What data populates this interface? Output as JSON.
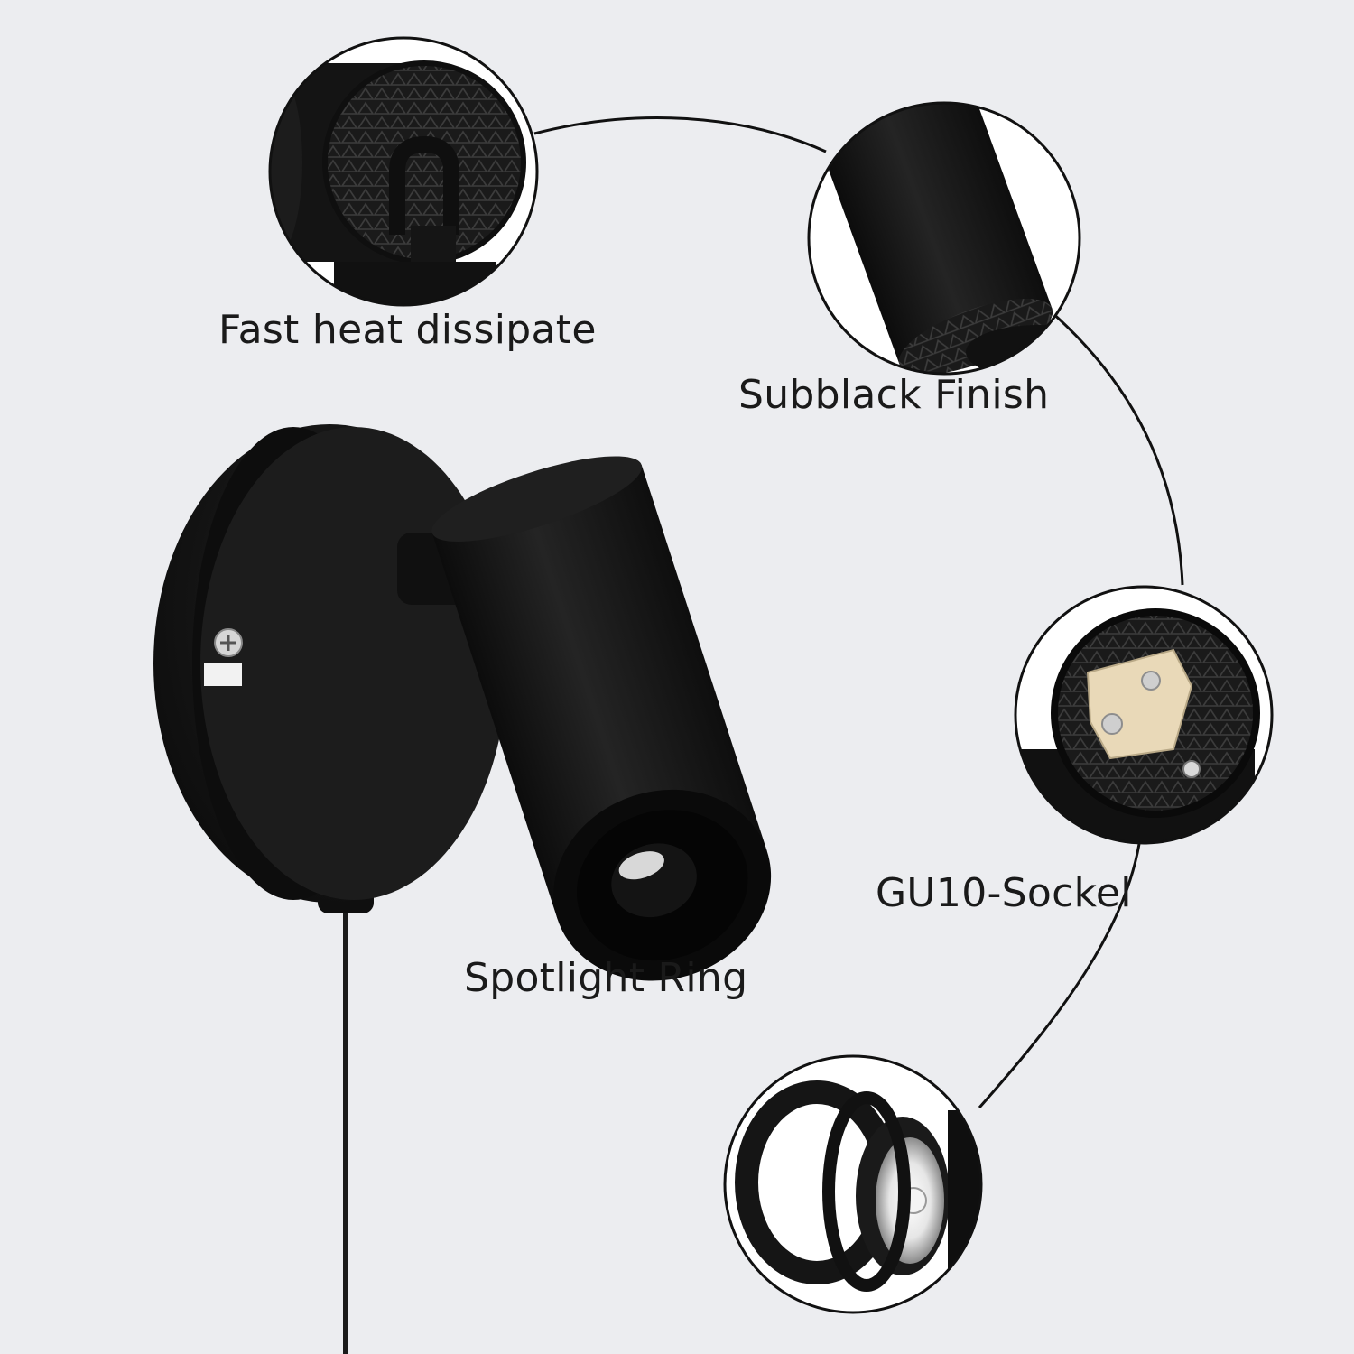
{
  "colors": {
    "background": "#ecedf0",
    "lamp_black": "#141414",
    "circle_outline": "#111111",
    "socket_ceramic": "#e9d9b8"
  },
  "features": {
    "heat": {
      "label": "Fast heat dissipate",
      "icon": "heat-sink-detail"
    },
    "finish": {
      "label": "Subblack Finish",
      "icon": "matte-black-tube-detail"
    },
    "socket": {
      "label": "GU10-Sockel",
      "icon": "gu10-socket-detail"
    },
    "ring": {
      "label": "Spotlight Ring",
      "icon": "spotlight-ring-detail"
    }
  }
}
